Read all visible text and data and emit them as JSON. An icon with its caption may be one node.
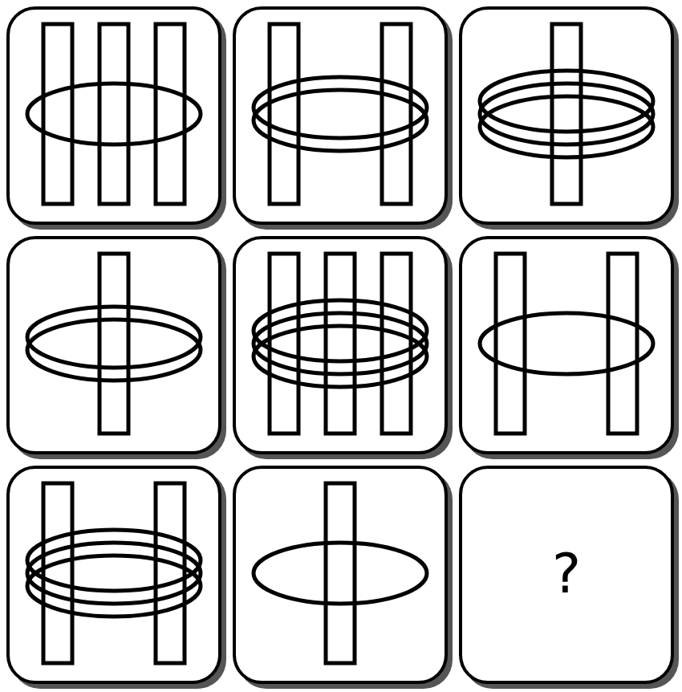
{
  "diagram": {
    "nodes": [
      {
        "text": [],
        "shape": "picture"
      },
      {
        "text": [],
        "shape": "picture"
      },
      {
        "text": [],
        "shape": "picture"
      },
      {
        "text": [],
        "shape": "picture"
      },
      {
        "text": [],
        "shape": "picture"
      },
      {
        "text": [],
        "shape": "picture"
      },
      {
        "text": [],
        "shape": "picture"
      },
      {
        "text": [],
        "shape": "picture"
      },
      {
        "text": [
          "?"
        ]
      }
    ]
  }
}
